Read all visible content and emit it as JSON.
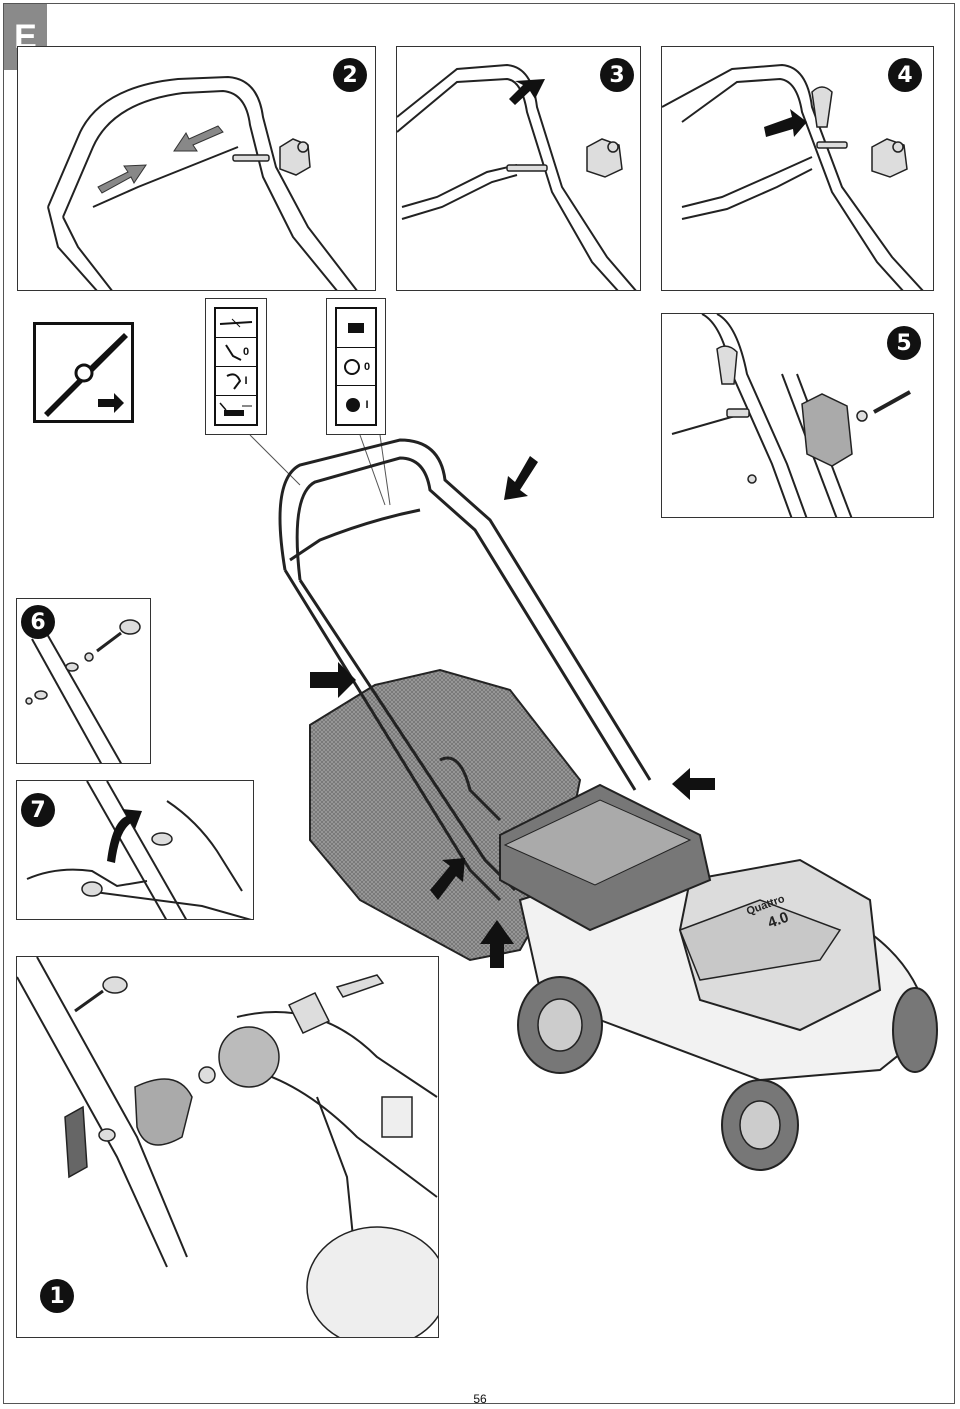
{
  "section_tab": "E",
  "steps": {
    "s1": "1",
    "s2": "2",
    "s3": "3",
    "s4": "4",
    "s5": "5",
    "s6": "6",
    "s7": "7"
  },
  "engine_label": {
    "line1": "Quattro",
    "line2": "4.0"
  },
  "handle_label_left": {
    "off": "0",
    "on": "I"
  },
  "handle_label_right": {
    "off": "0",
    "on": "I"
  },
  "page_number": "56",
  "icon_names": [
    "blade-icon",
    "brake-lever-icon",
    "engine-icon",
    "arrow-icon",
    "wheel-icon"
  ]
}
